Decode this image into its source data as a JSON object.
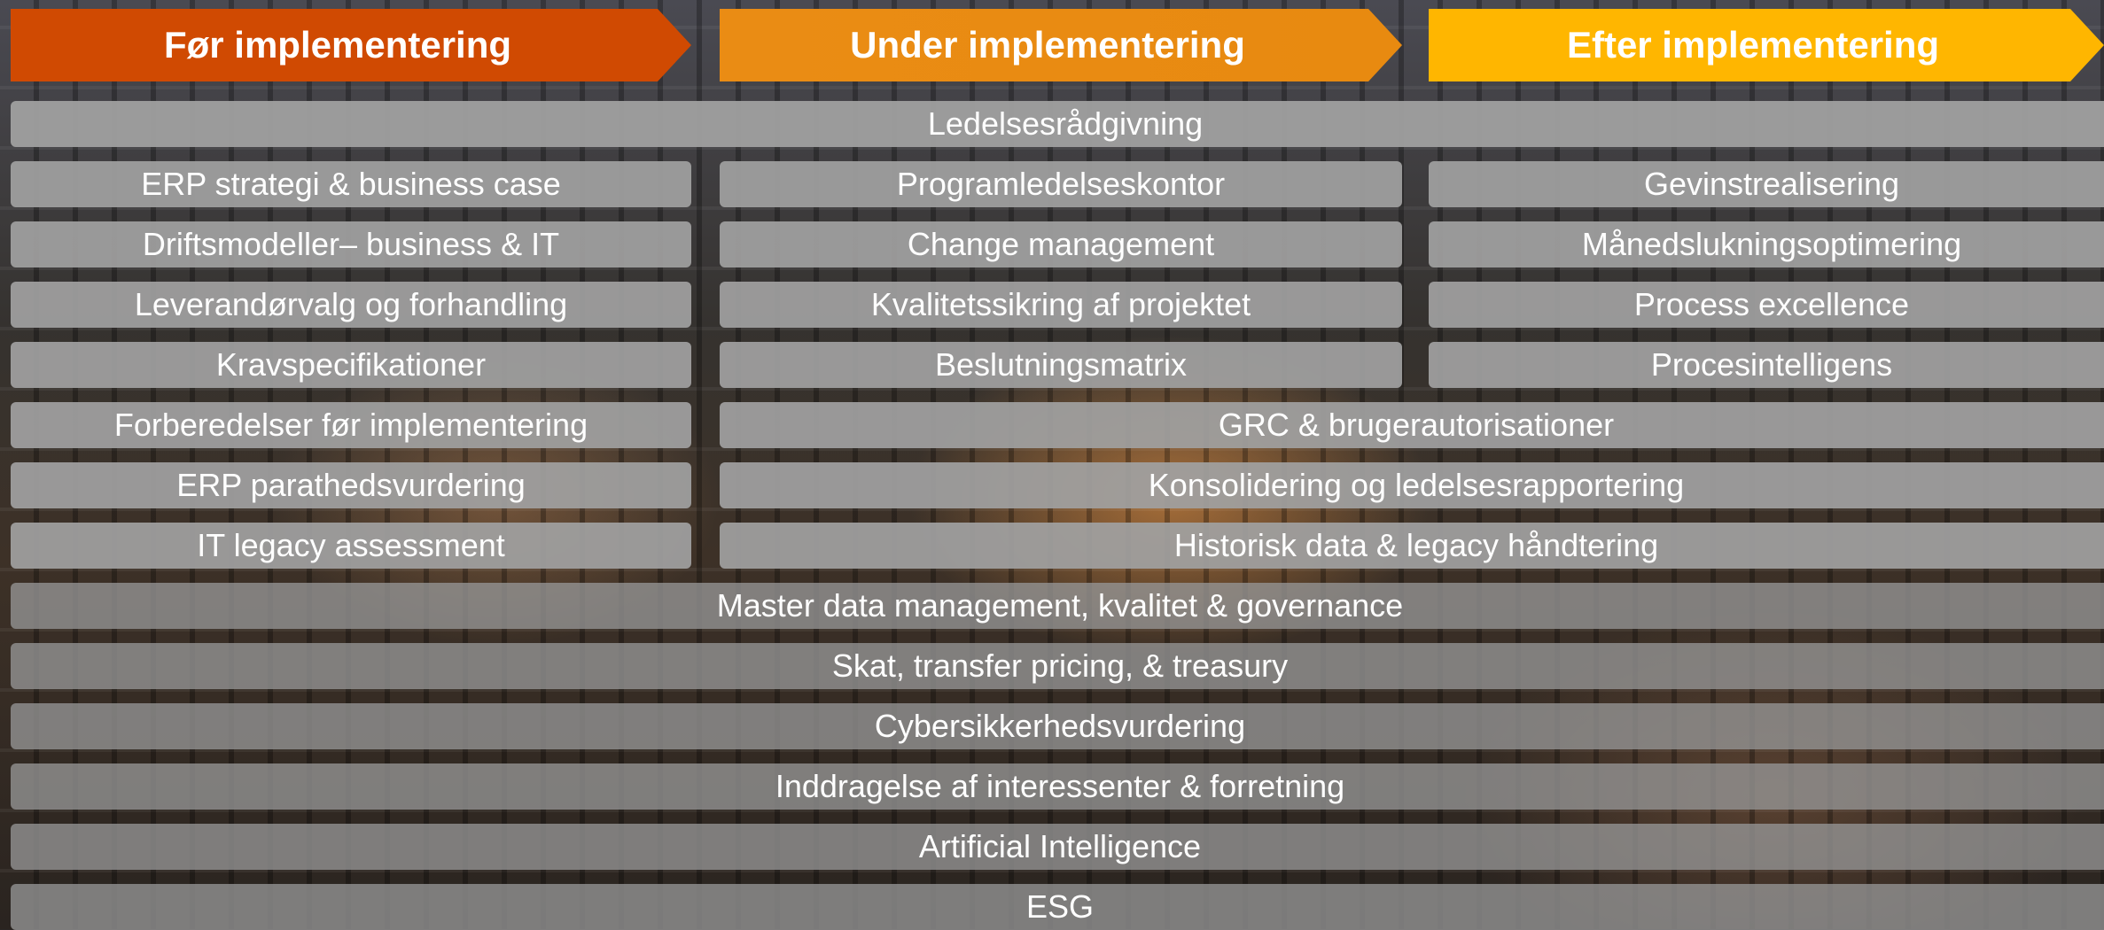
{
  "headers": {
    "before": "Før implementering",
    "during": "Under implementering",
    "after": "Efter implementering"
  },
  "colors": {
    "before": "#d04a02",
    "during": "#eb8c00",
    "after": "#ffb600",
    "bar": "#a0a0a0"
  },
  "rows": {
    "management_advisory": "Ledelsesrådgivning",
    "before": [
      "ERP strategi & business case",
      "Driftsmodeller– business & IT",
      "Leverandørvalg og forhandling",
      "Kravspecifikationer",
      "Forberedelser før implementering",
      "ERP parathedsvurdering",
      "IT legacy assessment"
    ],
    "during": [
      "Programledelseskontor",
      "Change management",
      "Kvalitetssikring af projektet",
      "Beslutningsmatrix"
    ],
    "after": [
      "Gevinstrealisering",
      "Månedslukningsoptimering",
      "Process excellence",
      "Procesintelligens"
    ],
    "during_after": [
      "GRC & brugerautorisationer",
      "Konsolidering og ledelsesrapportering",
      "Historisk data & legacy håndtering"
    ],
    "all_phases": [
      "Master data management, kvalitet & governance",
      "Skat, transfer pricing, & treasury",
      "Cybersikkerhedsvurdering",
      "Inddragelse af interessenter & forretning",
      "Artificial Intelligence",
      "ESG"
    ]
  }
}
